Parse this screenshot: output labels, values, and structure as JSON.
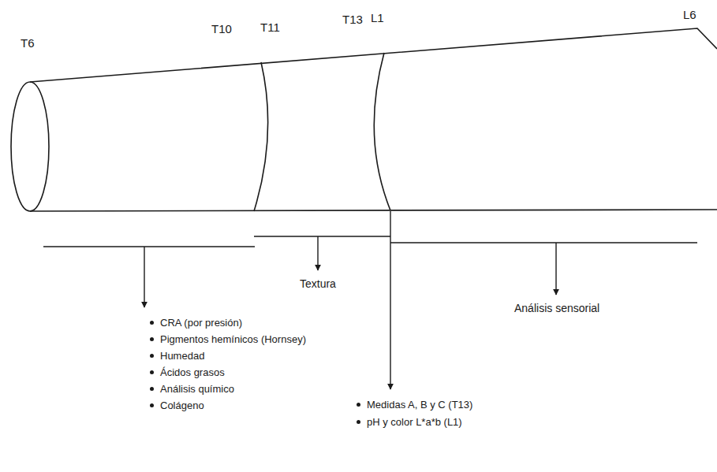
{
  "diagram": {
    "labels": [
      "T6",
      "T10",
      "T11",
      "T13",
      "L1",
      "L6",
      "CRA (por presión)",
      "Pigmentos hemínicos (Hornsey)",
      "Humedad",
      "Ácidos grasos",
      "Análisis químico",
      "Colágeno",
      "Textura",
      "Análisis sensorial",
      "Medidas A, B y C (T13)",
      "pH y color L*a*b (L1)"
    ]
  }
}
